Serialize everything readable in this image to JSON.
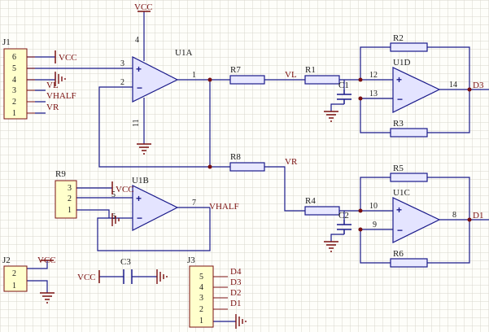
{
  "colors": {
    "background": "#fefefa",
    "grid": "#d8d6cc",
    "wire": "#1a1a8a",
    "part": "#7a1010",
    "opamp_fill": "#e4e4ff",
    "connector_fill": "#ffffcc",
    "resistor_fill": "#e8e8ff",
    "junction": "#7a1010",
    "pin_text": "#1a1a1a"
  },
  "opamps": {
    "u1a": {
      "designator": "U1A",
      "pin_plus": "3",
      "pin_minus": "2",
      "pin_out": "1",
      "pin_vcc": "4",
      "pin_gnd": "11",
      "plus": "+",
      "minus": "−"
    },
    "u1b": {
      "designator": "U1B",
      "pin_plus": "5",
      "pin_minus": "6",
      "pin_out": "7",
      "plus": "+",
      "minus": "−"
    },
    "u1c": {
      "designator": "U1C",
      "pin_plus": "10",
      "pin_minus": "9",
      "pin_out": "8",
      "plus": "+",
      "minus": "−"
    },
    "u1d": {
      "designator": "U1D",
      "pin_plus": "12",
      "pin_minus": "13",
      "pin_out": "14",
      "plus": "+",
      "minus": "−"
    }
  },
  "resistors": {
    "r1": "R1",
    "r2": "R2",
    "r3": "R3",
    "r4": "R4",
    "r5": "R5",
    "r6": "R6",
    "r7": "R7",
    "r8": "R8"
  },
  "capacitors": {
    "c1": "C1",
    "c2": "C2",
    "c3": "C3"
  },
  "connectors": {
    "j1": {
      "designator": "J1",
      "pins": [
        "6",
        "5",
        "4",
        "3",
        "2",
        "1"
      ]
    },
    "j2": {
      "designator": "J2",
      "pins": [
        "2",
        "1"
      ]
    },
    "j3": {
      "designator": "J3",
      "pins": [
        "5",
        "4",
        "3",
        "2",
        "1"
      ]
    },
    "r9": {
      "designator": "R9",
      "pins": [
        "3",
        "2",
        "1"
      ]
    }
  },
  "nets": {
    "vcc_u1a": "VCC",
    "j1_vcc": "VCC",
    "j1_vl": "VL",
    "j1_vhalf": "VHALF",
    "j1_vr": "VR",
    "vl_wire": "VL",
    "vr_wire": "VR",
    "r9_vcc": "VCC",
    "vhalf_out": "VHALF",
    "j2_vcc": "VCC",
    "c3_vcc": "VCC",
    "j3_d4": "D4",
    "j3_d3": "D3",
    "j3_d2": "D2",
    "j3_d1": "D1",
    "u1d_out": "D3",
    "u1c_out": "D1"
  }
}
